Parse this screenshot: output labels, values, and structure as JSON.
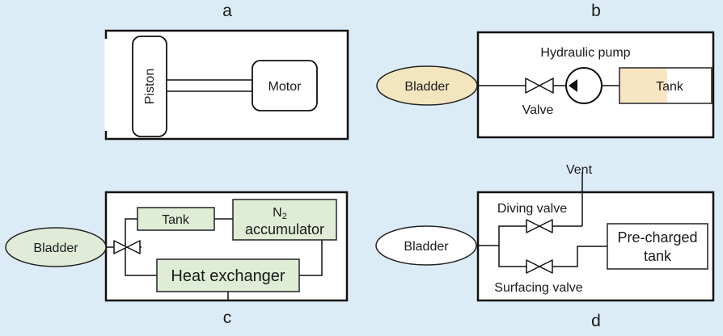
{
  "colors": {
    "background": "#dcecf7",
    "bladder_fill_tan": "#f3e6bf",
    "tank_fill_tan": "#f8e6c2",
    "component_green": "#dfecd6",
    "bladder_fill_green": "#e1ecd8",
    "line": "#111111"
  },
  "panels": {
    "a": {
      "letter": "a",
      "piston_label": "Piston",
      "motor_label": "Motor"
    },
    "b": {
      "letter": "b",
      "bladder_label": "Bladder",
      "valve_label": "Valve",
      "pump_label": "Hydraulic pump",
      "tank_label": "Tank"
    },
    "c": {
      "letter": "c",
      "bladder_label": "Bladder",
      "tank_label": "Tank",
      "accumulator_gas": "N",
      "accumulator_gas_subscript": "2",
      "accumulator_label": "accumulator",
      "heat_exchanger_label": "Heat exchanger"
    },
    "d": {
      "letter": "d",
      "bladder_label": "Bladder",
      "vent_label": "Vent",
      "diving_valve_label": "Diving valve",
      "surfacing_valve_label": "Surfacing valve",
      "precharged_tank_line1": "Pre-charged",
      "precharged_tank_line2": "tank"
    }
  }
}
